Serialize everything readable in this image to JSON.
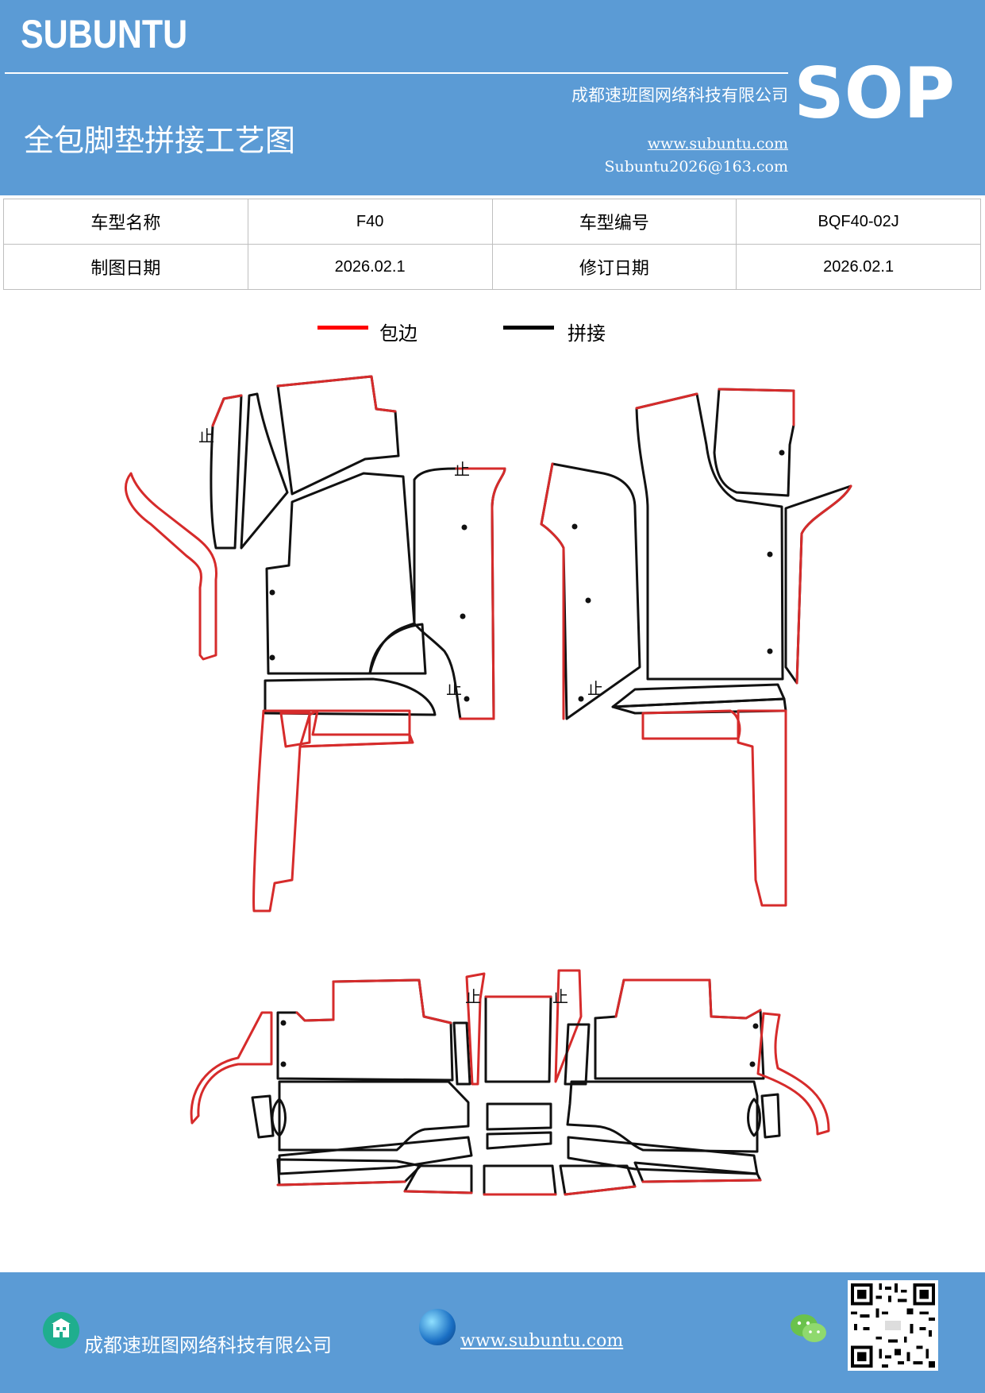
{
  "header": {
    "brand": "SUBUNTU",
    "company": "成都速班图网络科技有限公司",
    "title": "全包脚垫拼接工艺图",
    "website": "www.subuntu.com",
    "email": "Subuntu2026@163.com",
    "badge": "SOP"
  },
  "info_table": {
    "row1": {
      "label1": "车型名称",
      "value1": "F40",
      "label2": "车型编号",
      "value2": "BQF40-02J"
    },
    "row2": {
      "label1": "制图日期",
      "value1": "2026.02.1",
      "label2": "修订日期",
      "value2": "2026.02.1"
    }
  },
  "legend": {
    "edge_label": "包边",
    "edge_color": "#ff0000",
    "join_label": "拼接",
    "join_color": "#000000"
  },
  "diagram": {
    "stop_mark": "止",
    "edge_color": "#d62b2b",
    "join_color": "#111111"
  },
  "footer": {
    "company": "成都速班图网络科技有限公司",
    "website": "www.subuntu.com"
  },
  "icons": [
    "building-icon",
    "globe-icon",
    "wechat-icon",
    "qr-code"
  ]
}
